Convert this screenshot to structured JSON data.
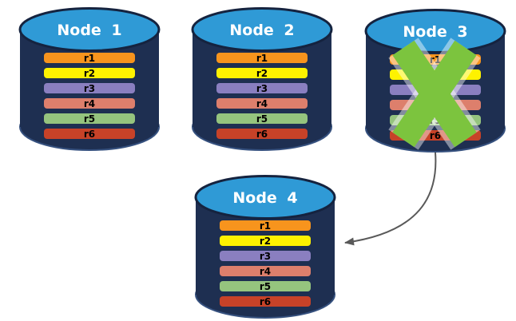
{
  "diagram": {
    "background_color": "#ffffff",
    "cylinder": {
      "body_color": "#1e2f51",
      "top_color": "#2f9ad6",
      "outline_color": "#15233f",
      "rim_color": "#35507e",
      "title_color": "#ffffff"
    },
    "row_label_color": "#000000",
    "x_mark": {
      "color": "#7cc43e"
    },
    "arrow": {
      "color": "#595959"
    },
    "nodes": [
      {
        "id": "node-1",
        "title": "Node 1",
        "crossed_out": false,
        "rows": [
          {
            "label": "r1",
            "color": "#f7941d"
          },
          {
            "label": "r2",
            "color": "#fef200"
          },
          {
            "label": "r3",
            "color": "#8a7fc0"
          },
          {
            "label": "r4",
            "color": "#dd7f6c"
          },
          {
            "label": "r5",
            "color": "#95c47e"
          },
          {
            "label": "r6",
            "color": "#c74228"
          }
        ]
      },
      {
        "id": "node-2",
        "title": "Node 2",
        "crossed_out": false,
        "rows": [
          {
            "label": "r1",
            "color": "#f7941d"
          },
          {
            "label": "r2",
            "color": "#fef200"
          },
          {
            "label": "r3",
            "color": "#8a7fc0"
          },
          {
            "label": "r4",
            "color": "#dd7f6c"
          },
          {
            "label": "r5",
            "color": "#95c47e"
          },
          {
            "label": "r6",
            "color": "#c74228"
          }
        ]
      },
      {
        "id": "node-3",
        "title": "Node 3",
        "crossed_out": true,
        "rows": [
          {
            "label": "r1",
            "color": "#f7941d"
          },
          {
            "label": "r2",
            "color": "#fef200"
          },
          {
            "label": "r3",
            "color": "#8a7fc0"
          },
          {
            "label": "r4",
            "color": "#dd7f6c"
          },
          {
            "label": "r5",
            "color": "#95c47e"
          },
          {
            "label": "r6",
            "color": "#c74228"
          }
        ]
      },
      {
        "id": "node-4",
        "title": "Node 4",
        "crossed_out": false,
        "rows": [
          {
            "label": "r1",
            "color": "#f7941d"
          },
          {
            "label": "r2",
            "color": "#fef200"
          },
          {
            "label": "r3",
            "color": "#8a7fc0"
          },
          {
            "label": "r4",
            "color": "#dd7f6c"
          },
          {
            "label": "r5",
            "color": "#95c47e"
          },
          {
            "label": "r6",
            "color": "#c74228"
          }
        ]
      }
    ]
  }
}
